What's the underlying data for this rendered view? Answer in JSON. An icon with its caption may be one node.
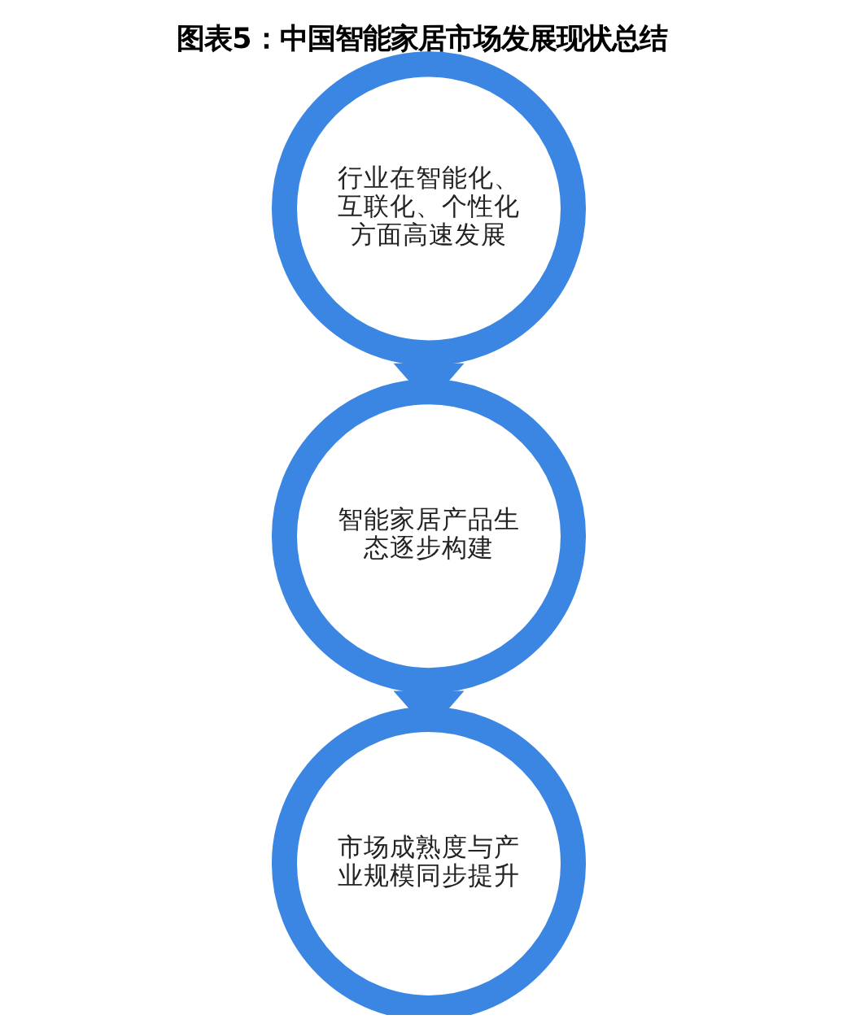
{
  "diagram": {
    "title": "图表5：中国智能家居市场发展现状总结",
    "nodes": [
      {
        "text": [
          "行业在智能化、互联化、个性化方面高速发展"
        ]
      },
      {
        "text": [
          "智能家居产品生态逐步构建"
        ]
      },
      {
        "text": [
          "市场成熟度与产业规模同步提升"
        ]
      }
    ],
    "edges": [
      {
        "from": 0,
        "to": 1,
        "arrow": "to"
      },
      {
        "from": 1,
        "to": 2,
        "arrow": "to"
      }
    ]
  }
}
